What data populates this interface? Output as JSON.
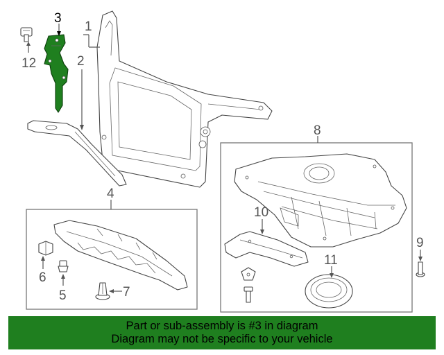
{
  "callouts": {
    "c1": "1",
    "c2": "2",
    "c3": "3",
    "c4": "4",
    "c5": "5",
    "c6": "6",
    "c7": "7",
    "c8": "8",
    "c9": "9",
    "c10": "10",
    "c11": "11",
    "c12": "12"
  },
  "highlight": {
    "part_number": "3",
    "color": "#1f7f1f"
  },
  "banner": {
    "line1": "Part or sub-assembly is #3 in diagram",
    "line2": "Diagram may not be specific to your vehicle",
    "background": "#1f7f1f"
  }
}
